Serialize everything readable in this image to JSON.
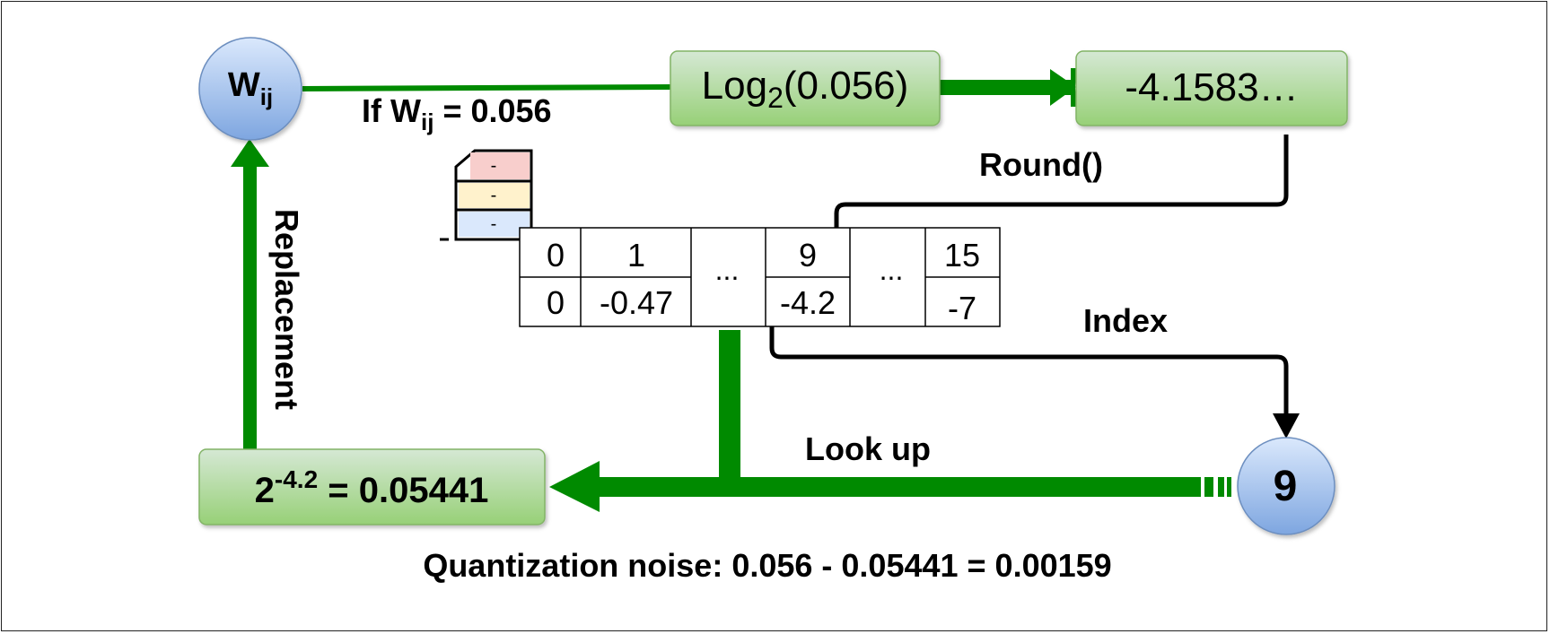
{
  "nodes": {
    "w_ij": {
      "base": "W",
      "sub": "ij"
    },
    "log_box": {
      "prefix": "Log",
      "sub": "2",
      "suffix": "(0.056)"
    },
    "result_box": {
      "text": "-4.1583…"
    },
    "index_node": {
      "text": "9"
    },
    "power_box": {
      "base": "2",
      "sup": "-4.2",
      "suffix": " = 0.05441"
    }
  },
  "labels": {
    "if_condition": {
      "prefix": "If W",
      "sub": "ij",
      "suffix": " = 0.056"
    },
    "round": "Round()",
    "index": "Index",
    "look_up": "Look up",
    "replacement": "Replacement",
    "quantization_noise": "Quantization noise: 0.056 - 0.05441 = 0.00159"
  },
  "lookup_table": {
    "header_row": [
      "0",
      "1",
      "...",
      "9",
      "...",
      "15"
    ],
    "value_row": [
      "0",
      "-0.47",
      "",
      "-4.2",
      "",
      "-7"
    ]
  },
  "register_icon": {
    "slots": [
      "-",
      "-",
      "-"
    ],
    "slot_colors": [
      "#f8cecc",
      "#fff2cc",
      "#dae8fc"
    ]
  },
  "colors": {
    "green_arrow": "#008a00",
    "green_box_fill_top": "#d5e8d4",
    "green_box_fill_bottom": "#97d077",
    "green_box_stroke": "#82b366",
    "blue_node_fill_top": "#dae8fc",
    "blue_node_fill_bottom": "#7ea6e0",
    "blue_node_stroke": "#6c8ebf"
  }
}
